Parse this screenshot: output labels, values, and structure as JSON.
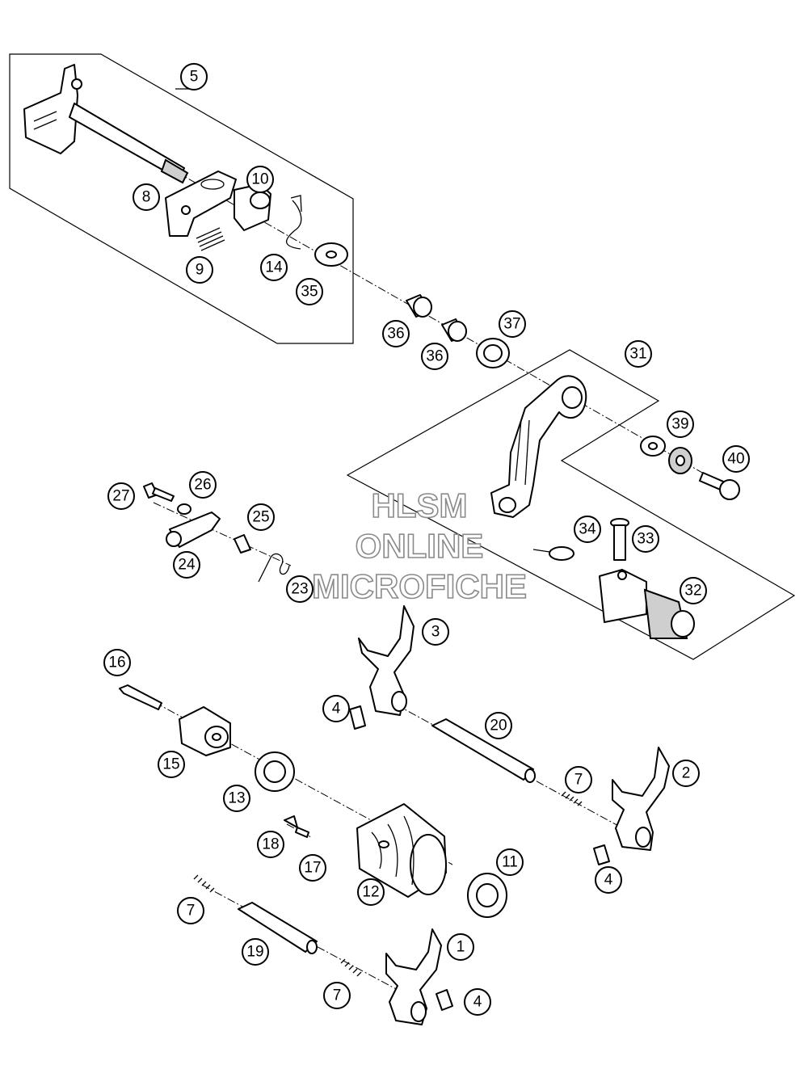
{
  "watermark": {
    "line1": "HLSM",
    "line2": "ONLINE",
    "line3": "MICROFICHE",
    "stroke_color": "#8a8a8a"
  },
  "callouts": [
    {
      "label": "5"
    },
    {
      "label": "10"
    },
    {
      "label": "8"
    },
    {
      "label": "9"
    },
    {
      "label": "14"
    },
    {
      "label": "35"
    },
    {
      "label": "36"
    },
    {
      "label": "36"
    },
    {
      "label": "37"
    },
    {
      "label": "31"
    },
    {
      "label": "39"
    },
    {
      "label": "40"
    },
    {
      "label": "27"
    },
    {
      "label": "26"
    },
    {
      "label": "25"
    },
    {
      "label": "24"
    },
    {
      "label": "23"
    },
    {
      "label": "34"
    },
    {
      "label": "33"
    },
    {
      "label": "32"
    },
    {
      "label": "3"
    },
    {
      "label": "16"
    },
    {
      "label": "4"
    },
    {
      "label": "20"
    },
    {
      "label": "15"
    },
    {
      "label": "13"
    },
    {
      "label": "7"
    },
    {
      "label": "2"
    },
    {
      "label": "18"
    },
    {
      "label": "11"
    },
    {
      "label": "17"
    },
    {
      "label": "4"
    },
    {
      "label": "12"
    },
    {
      "label": "7"
    },
    {
      "label": "1"
    },
    {
      "label": "19"
    },
    {
      "label": "7"
    },
    {
      "label": "4"
    }
  ]
}
